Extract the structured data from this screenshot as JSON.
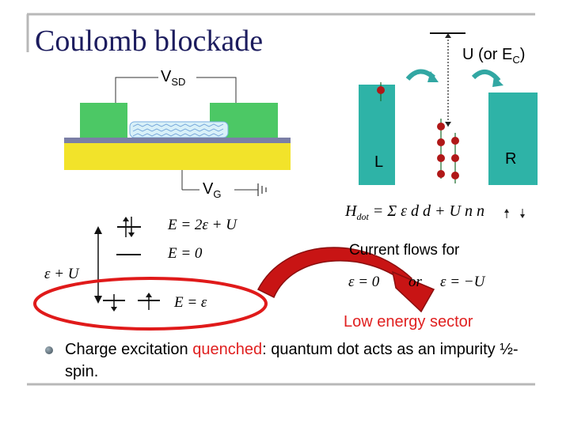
{
  "slide": {
    "title": "Coulomb blockade",
    "vsd_label": {
      "main": "V",
      "sub": "SD"
    },
    "vg_label": {
      "main": "V",
      "sub": "G"
    },
    "u_label": {
      "main": "U (or E",
      "sub": "C",
      "close": ")"
    },
    "lead_left": "L",
    "lead_right": "R",
    "hamiltonian": {
      "lhs": "H",
      "lhs_sub": "dot",
      "rhs": "= Σ ε d d + U n n"
    },
    "energy_levels": {
      "top": "E = 2ε + U",
      "middle": "E = 0",
      "bottom": "E = ε"
    },
    "side_label": "ε + U",
    "current_flows": "Current flows for",
    "condition": {
      "a": "ε = 0",
      "or": "or",
      "b": "ε = −U"
    },
    "low_energy": "Low energy sector",
    "bullet": {
      "part1": "Charge",
      "part2": " excitation ",
      "part3": "quenched",
      "part4": ": quantum dot acts as an impurity ½-spin."
    }
  },
  "colors": {
    "title": "#1c1c5e",
    "contacts": "#4cc865",
    "substrate": "#f2e32a",
    "oxide": "#7b7fa6",
    "leads": "#2eb3a7",
    "arrow": "#d01818",
    "ellipse": "#e01a1a",
    "accent_text": "#e02020",
    "teal_arrow": "#32a7a3"
  }
}
